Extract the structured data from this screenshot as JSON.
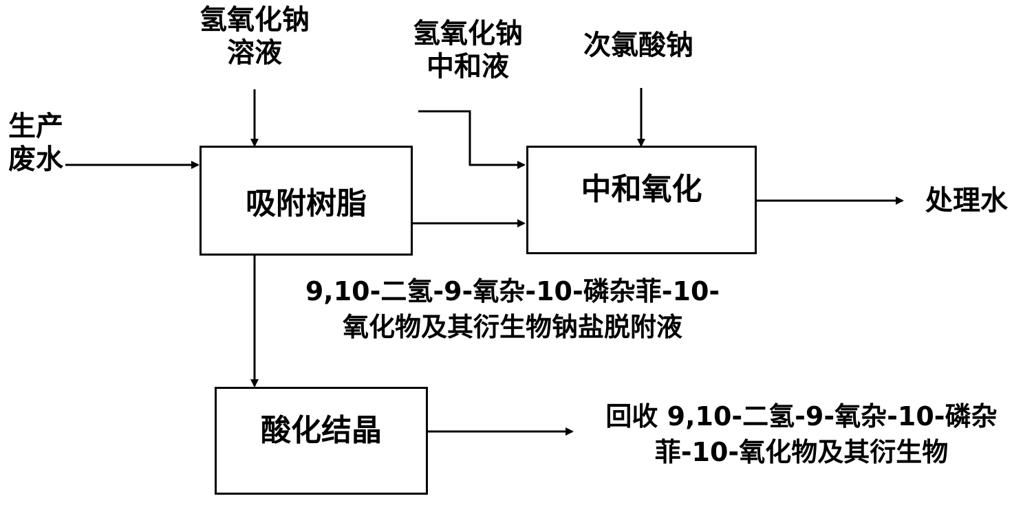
{
  "inputs": {
    "naoh_solution": [
      "氢氧化钠",
      "溶液"
    ],
    "naoh_neutralizer": [
      "氢氧化钠",
      "中和液"
    ],
    "sodium_hypochlorite": "次氯酸钠",
    "wastewater": [
      "生产",
      "废水"
    ]
  },
  "boxes": {
    "adsorption": "吸附树脂",
    "neutralization": "中和氧化",
    "acidification": "酸化结晶"
  },
  "outputs": {
    "treated_water": "处理水",
    "desorption_liquid": [
      "9,10-二氢-9-氧杂-10-磷杂菲-10-",
      "氧化物及其衍生物钠盐脱附液"
    ],
    "recovery": [
      "回收 9,10-二氢-9-氧杂-10-磷杂",
      "菲-10-氧化物及其衍生物"
    ]
  }
}
